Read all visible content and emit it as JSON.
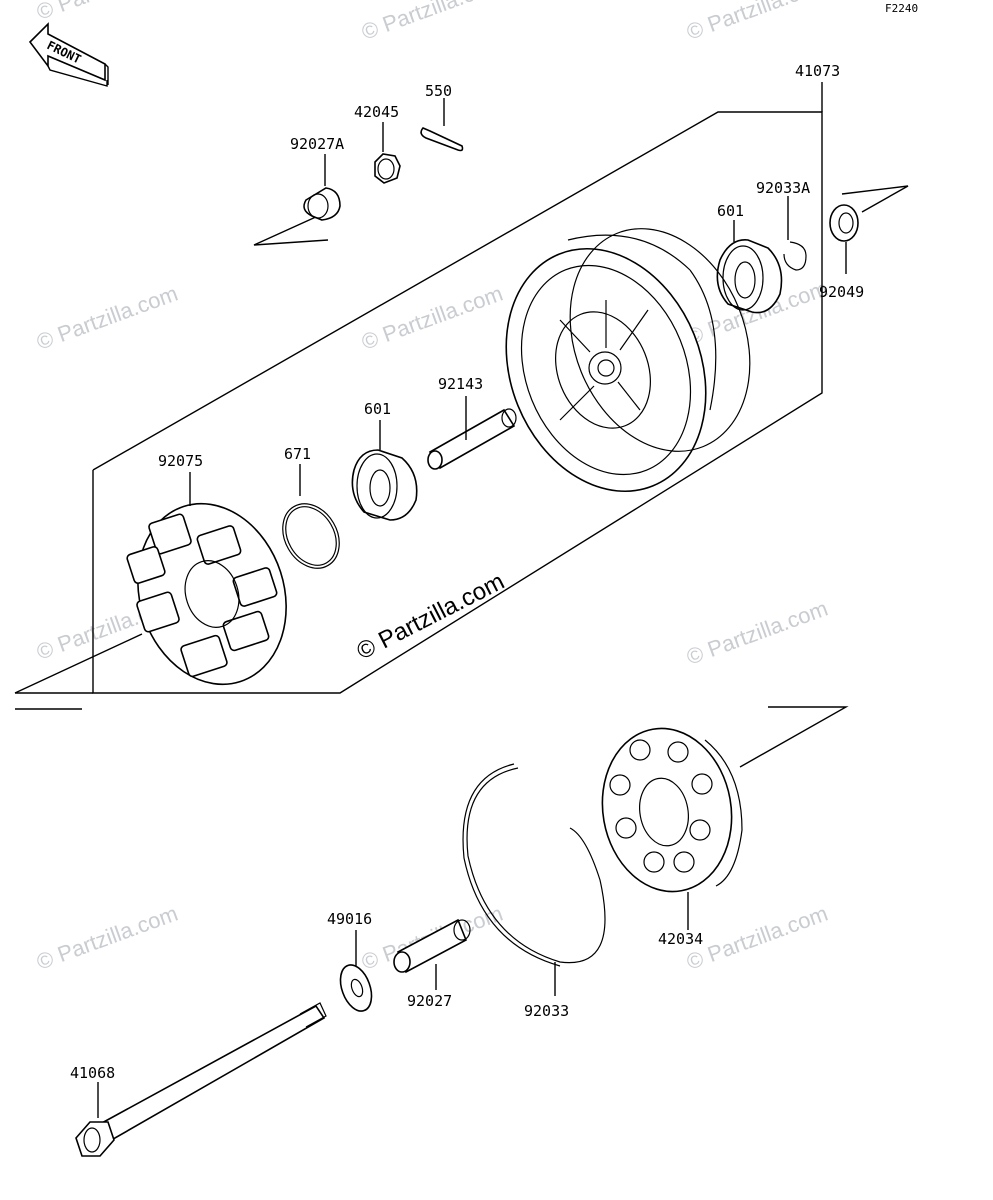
{
  "figure_code": "F2240",
  "front_label": "FRONT",
  "watermark_text": "© Partzilla.com",
  "parts": [
    {
      "id": "p-41073",
      "label": "41073"
    },
    {
      "id": "p-550",
      "label": "550"
    },
    {
      "id": "p-42045",
      "label": "42045"
    },
    {
      "id": "p-92027A",
      "label": "92027A"
    },
    {
      "id": "p-92033A",
      "label": "92033A"
    },
    {
      "id": "p-601a",
      "label": "601"
    },
    {
      "id": "p-92049",
      "label": "92049"
    },
    {
      "id": "p-92143",
      "label": "92143"
    },
    {
      "id": "p-601b",
      "label": "601"
    },
    {
      "id": "p-671",
      "label": "671"
    },
    {
      "id": "p-92075",
      "label": "92075"
    },
    {
      "id": "p-42034",
      "label": "42034"
    },
    {
      "id": "p-49016",
      "label": "49016"
    },
    {
      "id": "p-92027",
      "label": "92027"
    },
    {
      "id": "p-92033",
      "label": "92033"
    },
    {
      "id": "p-41068",
      "label": "41068"
    }
  ],
  "colors": {
    "line": "#000000",
    "watermark": "#c9ccd1",
    "background": "#ffffff"
  }
}
